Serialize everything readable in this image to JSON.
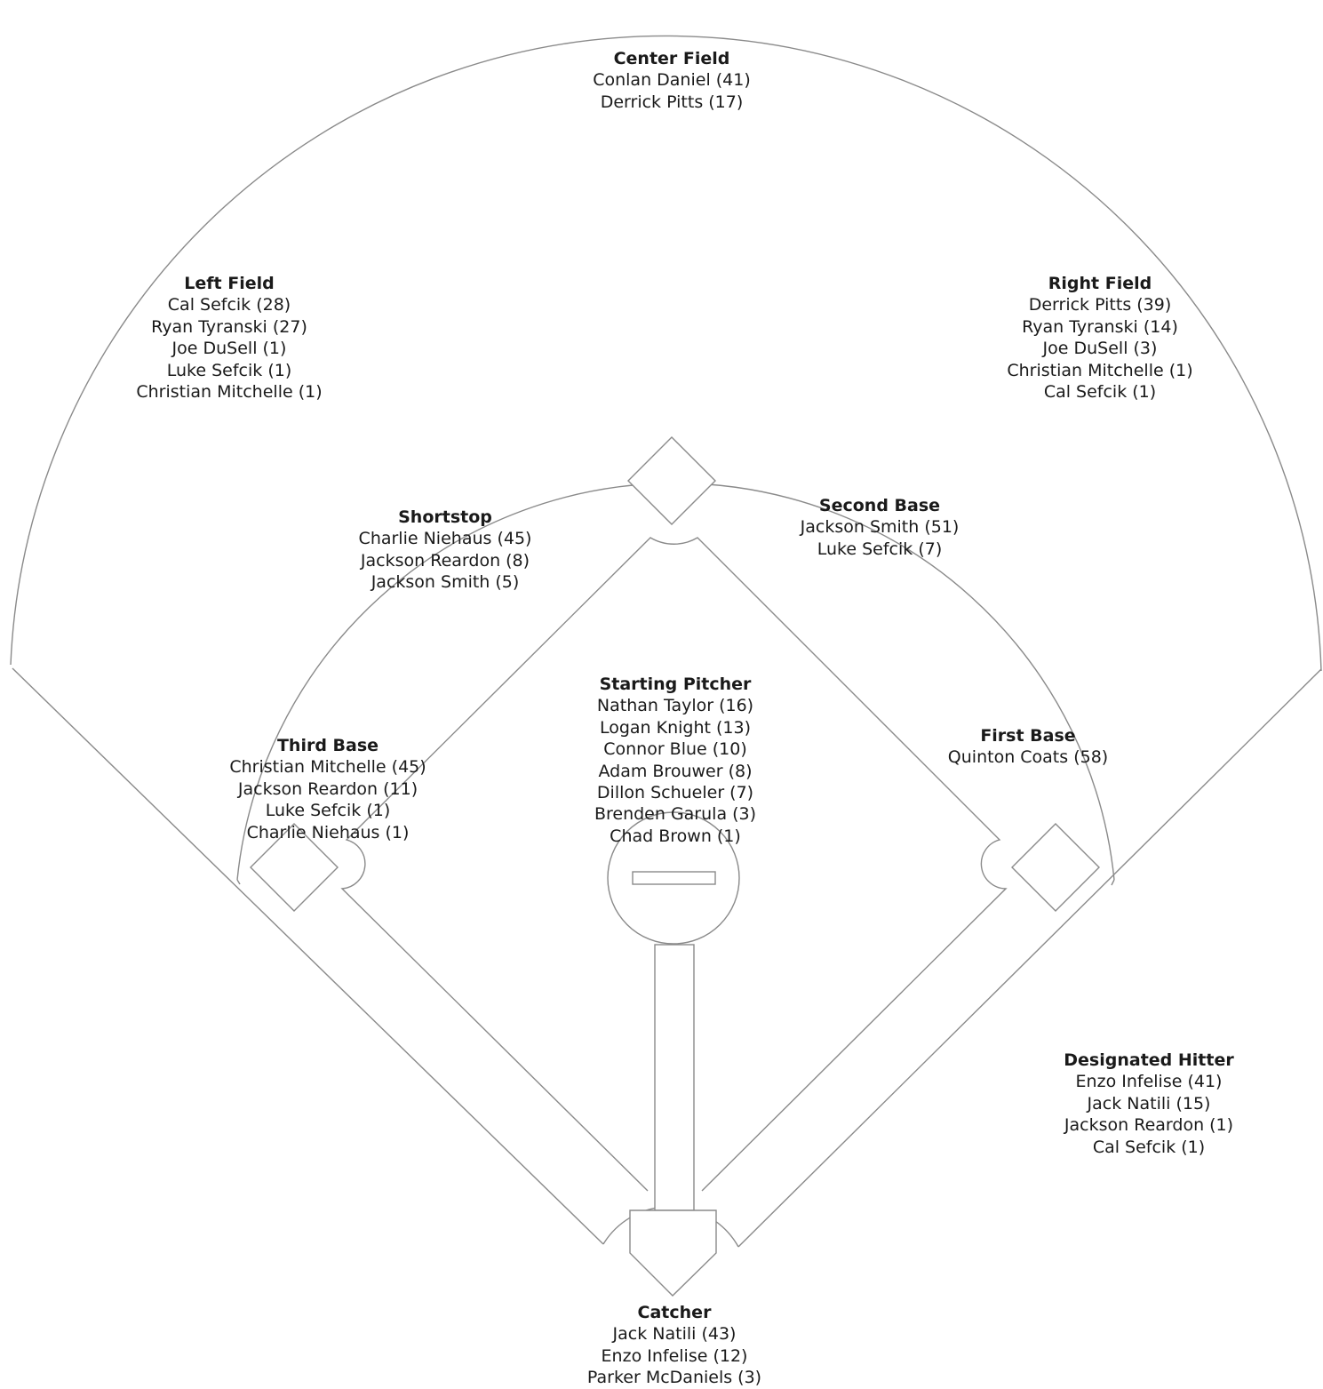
{
  "colors": {
    "field_line": "#8a8a8a",
    "text": "#1a1a1a",
    "background": "#ffffff"
  },
  "positions": {
    "center_field": {
      "title": "Center Field",
      "players": [
        "Conlan Daniel (41)",
        "Derrick Pitts (17)"
      ]
    },
    "left_field": {
      "title": "Left Field",
      "players": [
        "Cal Sefcik (28)",
        "Ryan Tyranski (27)",
        "Joe DuSell (1)",
        "Luke Sefcik (1)",
        "Christian Mitchelle (1)"
      ]
    },
    "right_field": {
      "title": "Right Field",
      "players": [
        "Derrick Pitts (39)",
        "Ryan Tyranski (14)",
        "Joe DuSell (3)",
        "Christian Mitchelle (1)",
        "Cal Sefcik (1)"
      ]
    },
    "shortstop": {
      "title": "Shortstop",
      "players": [
        "Charlie Niehaus (45)",
        "Jackson Reardon (8)",
        "Jackson Smith (5)"
      ]
    },
    "second_base": {
      "title": "Second Base",
      "players": [
        "Jackson Smith (51)",
        "Luke Sefcik (7)"
      ]
    },
    "starting_pitcher": {
      "title": "Starting Pitcher",
      "players": [
        "Nathan Taylor (16)",
        "Logan Knight (13)",
        "Connor Blue (10)",
        "Adam Brouwer (8)",
        "Dillon Schueler (7)",
        "Brenden Garula (3)",
        "Chad Brown (1)"
      ]
    },
    "third_base": {
      "title": "Third Base",
      "players": [
        "Christian Mitchelle (45)",
        "Jackson Reardon (11)",
        "Luke Sefcik (1)",
        "Charlie Niehaus (1)"
      ]
    },
    "first_base": {
      "title": "First Base",
      "players": [
        "Quinton Coats (58)"
      ]
    },
    "designated_hitter": {
      "title": "Designated Hitter",
      "players": [
        "Enzo Infelise (41)",
        "Jack Natili (15)",
        "Jackson Reardon (1)",
        "Cal Sefcik (1)"
      ]
    },
    "catcher": {
      "title": "Catcher",
      "players": [
        "Jack Natili (43)",
        "Enzo Infelise (12)",
        "Parker McDaniels (3)"
      ]
    }
  }
}
